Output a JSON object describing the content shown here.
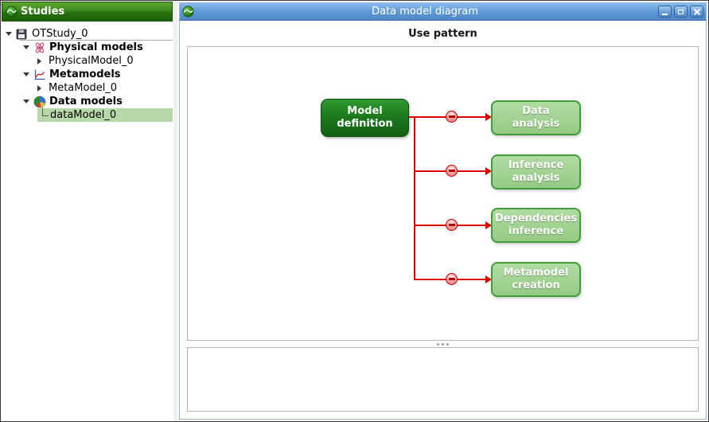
{
  "left_panel": {
    "header_title": "Studies",
    "tree": [
      {
        "label": "OTStudy_0"
      },
      {
        "label": "Physical models"
      },
      {
        "label": "PhysicalModel_0"
      },
      {
        "label": "Metamodels"
      },
      {
        "label": "MetaModel_0"
      },
      {
        "label": "Data models"
      },
      {
        "label": "dataModel_0"
      }
    ]
  },
  "window": {
    "title": "Data model diagram",
    "heading": "Use pattern"
  },
  "diagram": {
    "source_label": "Model\ndefinition",
    "targets": [
      {
        "label": "Data\nanalysis"
      },
      {
        "label": "Inference\nanalysis"
      },
      {
        "label": "Dependencies\ninference"
      },
      {
        "label": "Metamodel\ncreation"
      }
    ]
  },
  "colors": {
    "header_green": "#2a7411",
    "selection_green": "#b7d9a8",
    "titlebar_blue": "#619ad5",
    "source_box_green": "#1d7a1e",
    "target_box_fill": "#9ccf8c",
    "target_box_border": "#3f9e3c",
    "arrow_red": "#dc0000"
  }
}
